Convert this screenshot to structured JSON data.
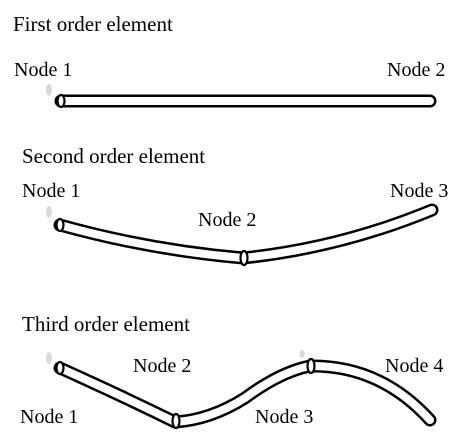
{
  "elements": [
    {
      "title": "First order element",
      "nodes": [
        "Node 1",
        "Node 2"
      ]
    },
    {
      "title": "Second order element",
      "nodes": [
        "Node 1",
        "Node 2",
        "Node 3"
      ]
    },
    {
      "title": "Third order element",
      "nodes": [
        "Node 1",
        "Node 2",
        "Node 3",
        "Node 4"
      ]
    }
  ],
  "colors": {
    "stroke": "#000000",
    "fill": "#ffffff",
    "marker": "#d9d9d9"
  }
}
